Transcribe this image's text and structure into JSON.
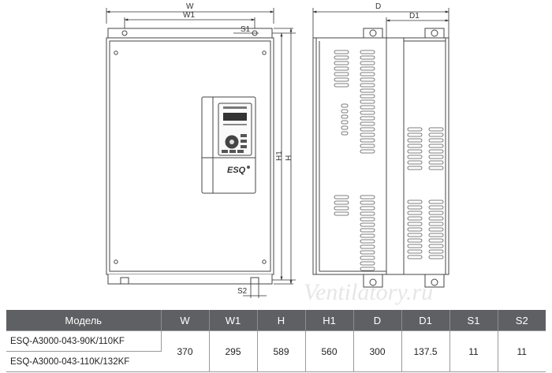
{
  "labels": {
    "w": "W",
    "w1": "W1",
    "h": "H",
    "h1": "H1",
    "s1": "S1",
    "s2": "S2",
    "d": "D",
    "d1": "D1",
    "logo": "ESQ"
  },
  "watermark": "Ventilatory.ru",
  "table": {
    "headers": [
      "Модель",
      "W",
      "W1",
      "H",
      "H1",
      "D",
      "D1",
      "S1",
      "S2"
    ],
    "models": [
      "ESQ-A3000-043-90K/110KF",
      "ESQ-A3000-043-110K/132KF"
    ],
    "values": [
      "370",
      "295",
      "589",
      "560",
      "300",
      "137.5",
      "11",
      "11"
    ]
  },
  "colors": {
    "header_bg": "#5e6063",
    "line": "#444444"
  }
}
